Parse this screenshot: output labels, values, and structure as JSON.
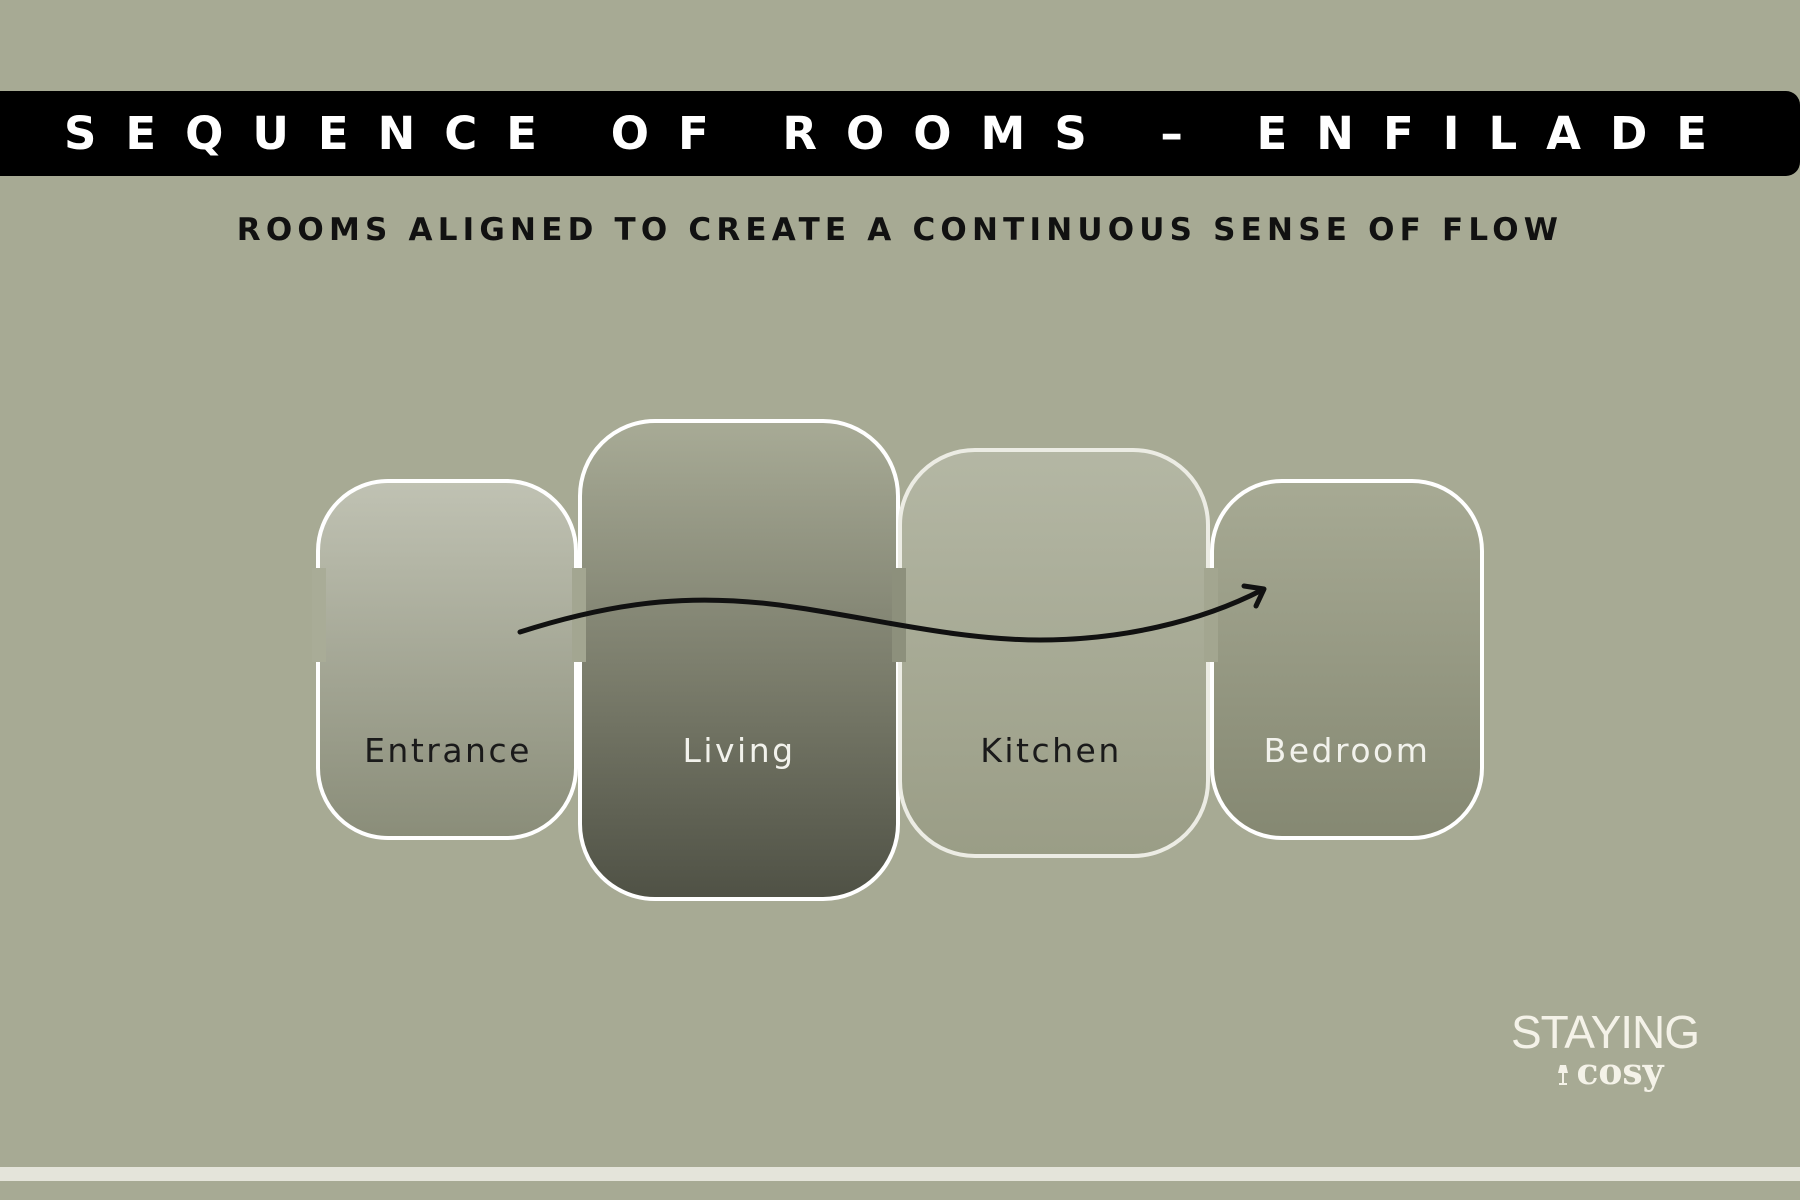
{
  "header": {
    "title": "SEQUENCE OF ROOMS – ENFILADE"
  },
  "subtitle": "ROOMS ALIGNED TO CREATE A CONTINUOUS SENSE OF FLOW",
  "rooms": [
    {
      "label": "Entrance",
      "label_color": "#1a1a1a"
    },
    {
      "label": "Living",
      "label_color": "#f2f2ec"
    },
    {
      "label": "Kitchen",
      "label_color": "#1a1a1a"
    },
    {
      "label": "Bedroom",
      "label_color": "#f2f2ec"
    }
  ],
  "flow_arrow": {
    "icon": "curved-arrow-icon",
    "from": "Entrance",
    "to": "Bedroom"
  },
  "logo": {
    "line1": "STAYING",
    "line2": "cosy",
    "icon": "lamp-icon"
  },
  "colors": {
    "background": "#a7aa94",
    "title_bar": "#000000",
    "title_text": "#ffffff",
    "room_border": "#ffffff",
    "arrow": "#111111"
  }
}
